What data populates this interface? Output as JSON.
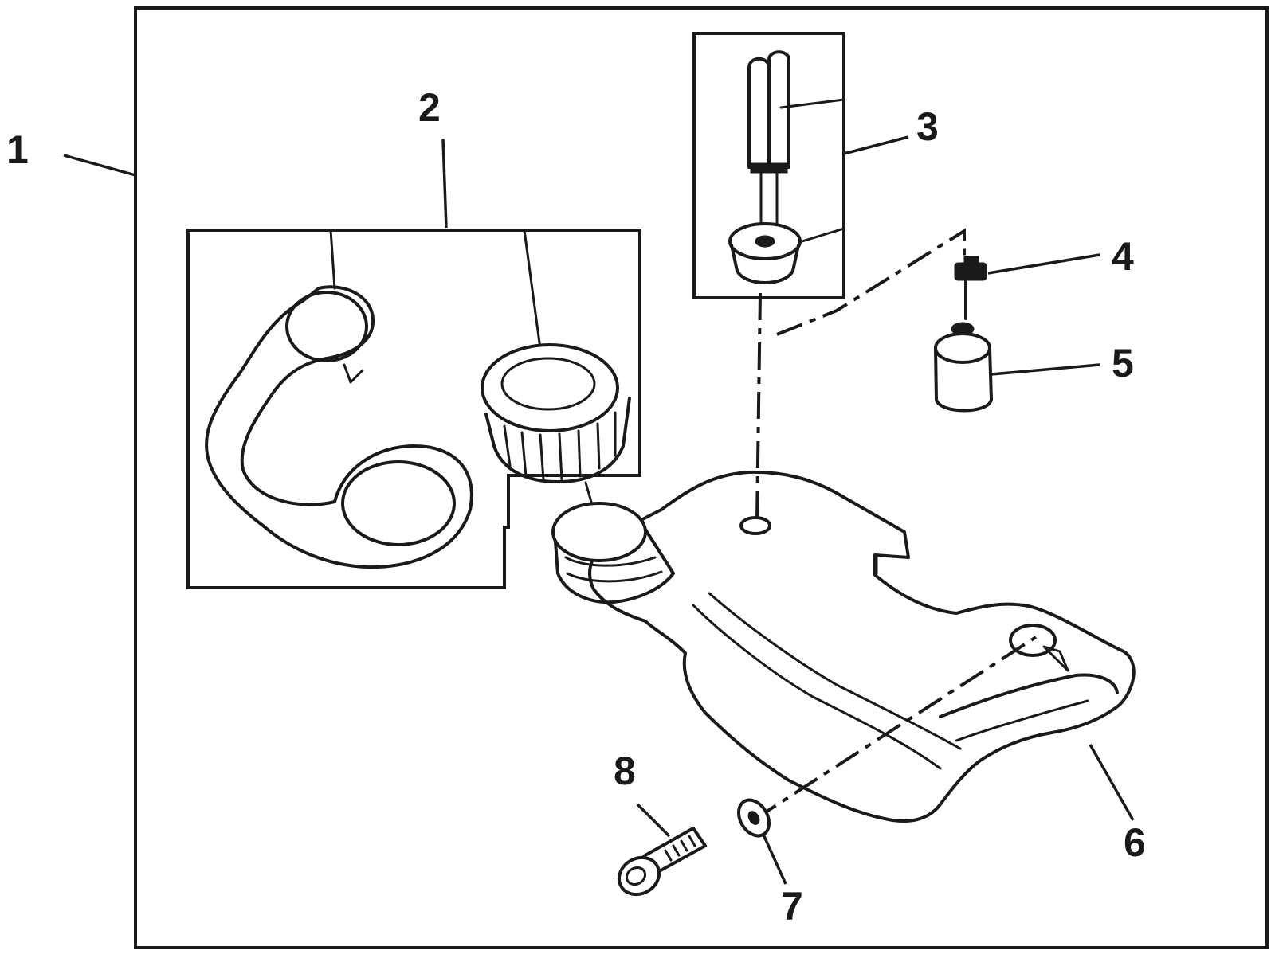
{
  "callouts": {
    "c1": "1",
    "c2": "2",
    "c3": "3",
    "c4": "4",
    "c5": "5",
    "c6": "6",
    "c7": "7",
    "c8": "8"
  },
  "parts": [
    {
      "callout": "1",
      "part": "fuel-tank-assembly-kit"
    },
    {
      "callout": "2",
      "part": "fuel-cap-with-retainer-strap"
    },
    {
      "callout": "3",
      "part": "fuel-line-and-grommet"
    },
    {
      "callout": "4",
      "part": "fuel-filter-fitting"
    },
    {
      "callout": "5",
      "part": "fuel-filter"
    },
    {
      "callout": "6",
      "part": "fuel-tank"
    },
    {
      "callout": "7",
      "part": "washer"
    },
    {
      "callout": "8",
      "part": "bolt"
    }
  ],
  "colors": {
    "ink": "#1a1a1a",
    "paper": "#ffffff"
  }
}
